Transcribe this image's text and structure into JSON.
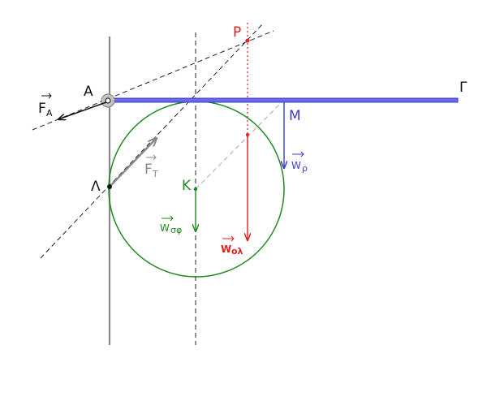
{
  "colors": {
    "wall": "#8a8a8a",
    "beam": "#3b3bc8",
    "beam_fill": "#6a6ae6",
    "circle": "#1f8a1f",
    "total": "#e02020",
    "black": "#111111",
    "tension": "#8a8a8a",
    "dash": "#222222",
    "aux_dash": "#aaaaaa"
  },
  "labels": {
    "A": "Α",
    "Gamma": "Γ",
    "M": "Μ",
    "P": "Ρ",
    "K": "Κ",
    "Lambda": "Λ",
    "FA_main": "F",
    "FA_sub": "A",
    "FT_main": "F",
    "FT_sub": "T",
    "Wr_main": "W",
    "Wr_sub": "ρ",
    "Wsf_main": "W",
    "Wsf_sub": "σφ",
    "Wol_main": "W",
    "Wol_sub": "ολ"
  }
}
